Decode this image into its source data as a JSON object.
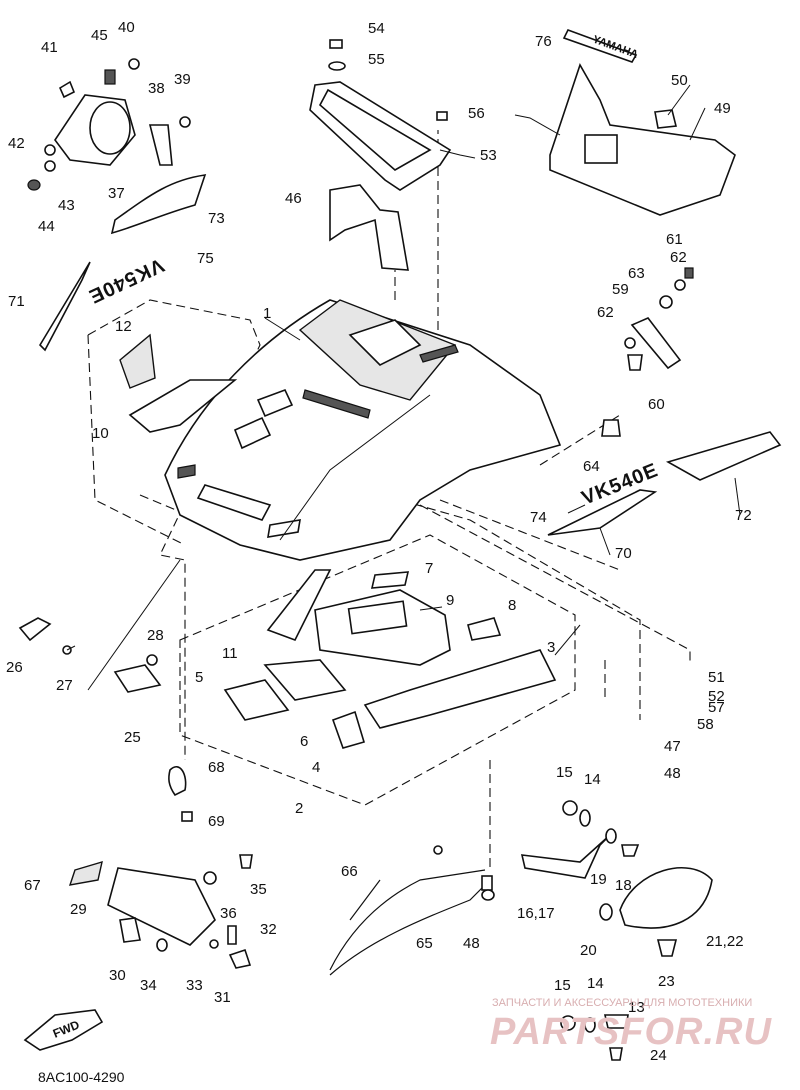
{
  "diagram": {
    "drawing_code": "8AC100-4290",
    "fwd_label": "FWD",
    "decals": {
      "hood_left_decal": "VK540E",
      "side_right_decal": "VK540E",
      "rear_badge": "YAMAHA"
    },
    "watermark": {
      "tagline": "ЗАПЧАСТИ И АКСЕССУАРЫ ДЛЯ МОТОТЕХНИКИ",
      "site": "PARTSFOR.RU"
    },
    "callouts": [
      {
        "id": "c1",
        "label": "1"
      },
      {
        "id": "c2",
        "label": "2"
      },
      {
        "id": "c3",
        "label": "3"
      },
      {
        "id": "c4",
        "label": "4"
      },
      {
        "id": "c5",
        "label": "5"
      },
      {
        "id": "c6",
        "label": "6"
      },
      {
        "id": "c7",
        "label": "7"
      },
      {
        "id": "c8",
        "label": "8"
      },
      {
        "id": "c9",
        "label": "9"
      },
      {
        "id": "c10",
        "label": "10"
      },
      {
        "id": "c11",
        "label": "11"
      },
      {
        "id": "c12",
        "label": "12"
      },
      {
        "id": "c13",
        "label": "13"
      },
      {
        "id": "c14a",
        "label": "14"
      },
      {
        "id": "c14b",
        "label": "14"
      },
      {
        "id": "c15a",
        "label": "15"
      },
      {
        "id": "c15b",
        "label": "15"
      },
      {
        "id": "c1617",
        "label": "16,17"
      },
      {
        "id": "c18",
        "label": "18"
      },
      {
        "id": "c19",
        "label": "19"
      },
      {
        "id": "c20",
        "label": "20"
      },
      {
        "id": "c2122",
        "label": "21,22"
      },
      {
        "id": "c23",
        "label": "23"
      },
      {
        "id": "c24",
        "label": "24"
      },
      {
        "id": "c25",
        "label": "25"
      },
      {
        "id": "c26",
        "label": "26"
      },
      {
        "id": "c27",
        "label": "27"
      },
      {
        "id": "c28",
        "label": "28"
      },
      {
        "id": "c29",
        "label": "29"
      },
      {
        "id": "c30",
        "label": "30"
      },
      {
        "id": "c31",
        "label": "31"
      },
      {
        "id": "c32",
        "label": "32"
      },
      {
        "id": "c33",
        "label": "33"
      },
      {
        "id": "c34",
        "label": "34"
      },
      {
        "id": "c35",
        "label": "35"
      },
      {
        "id": "c36",
        "label": "36"
      },
      {
        "id": "c37",
        "label": "37"
      },
      {
        "id": "c38",
        "label": "38"
      },
      {
        "id": "c39",
        "label": "39"
      },
      {
        "id": "c40",
        "label": "40"
      },
      {
        "id": "c41",
        "label": "41"
      },
      {
        "id": "c42",
        "label": "42"
      },
      {
        "id": "c43",
        "label": "43"
      },
      {
        "id": "c44",
        "label": "44"
      },
      {
        "id": "c45",
        "label": "45"
      },
      {
        "id": "c46",
        "label": "46"
      },
      {
        "id": "c47",
        "label": "47"
      },
      {
        "id": "c48a",
        "label": "48"
      },
      {
        "id": "c48b",
        "label": "48"
      },
      {
        "id": "c49",
        "label": "49"
      },
      {
        "id": "c50",
        "label": "50"
      },
      {
        "id": "c51",
        "label": "51"
      },
      {
        "id": "c52",
        "label": "52"
      },
      {
        "id": "c53",
        "label": "53"
      },
      {
        "id": "c54",
        "label": "54"
      },
      {
        "id": "c55",
        "label": "55"
      },
      {
        "id": "c56",
        "label": "56"
      },
      {
        "id": "c57",
        "label": "57"
      },
      {
        "id": "c58",
        "label": "58"
      },
      {
        "id": "c59",
        "label": "59"
      },
      {
        "id": "c60",
        "label": "60"
      },
      {
        "id": "c61",
        "label": "61"
      },
      {
        "id": "c62a",
        "label": "62"
      },
      {
        "id": "c62b",
        "label": "62"
      },
      {
        "id": "c63",
        "label": "63"
      },
      {
        "id": "c64",
        "label": "64"
      },
      {
        "id": "c65",
        "label": "65"
      },
      {
        "id": "c66",
        "label": "66"
      },
      {
        "id": "c67",
        "label": "67"
      },
      {
        "id": "c68",
        "label": "68"
      },
      {
        "id": "c69",
        "label": "69"
      },
      {
        "id": "c70",
        "label": "70"
      },
      {
        "id": "c71",
        "label": "71"
      },
      {
        "id": "c72",
        "label": "72"
      },
      {
        "id": "c73",
        "label": "73"
      },
      {
        "id": "c74",
        "label": "74"
      },
      {
        "id": "c75",
        "label": "75"
      },
      {
        "id": "c76",
        "label": "76"
      }
    ]
  }
}
